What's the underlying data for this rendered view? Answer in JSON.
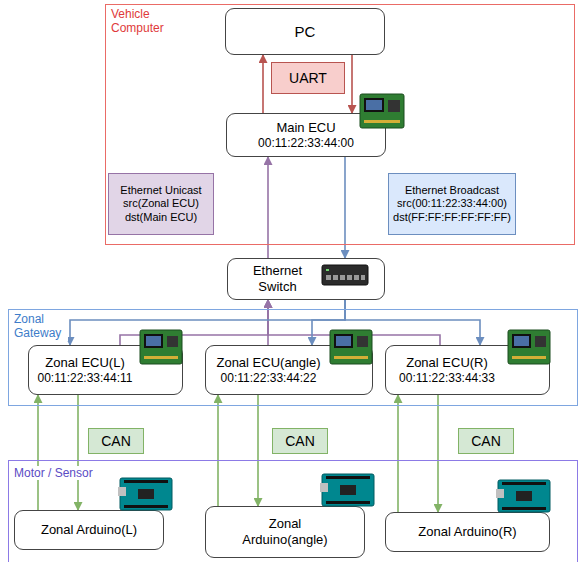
{
  "diagram": {
    "nodes": [
      {
        "text": [
          "Vehicle Computer"
        ]
      },
      {
        "text": [
          "PC"
        ],
        "in": 0
      },
      {
        "text": [
          "UART"
        ],
        "in": 0
      },
      {
        "text": [
          "Main ECU",
          "00:11:22:33:44:00"
        ],
        "in": 0
      },
      {
        "text": [
          "Ethernet Unicast",
          "src(Zonal ECU)",
          "dst(Main ECU)"
        ],
        "in": 0
      },
      {
        "text": [
          "Ethernet Broadcast",
          "src(00:11:22:33:44:00)",
          "dst(FF:FF:FF:FF:FF:FF)"
        ],
        "in": 0
      },
      {
        "text": [
          "Ethernet Switch"
        ]
      },
      {
        "text": [
          "Zonal Gateway"
        ]
      },
      {
        "text": [
          "Zonal ECU(L)",
          "00:11:22:33:44:11"
        ],
        "in": 7
      },
      {
        "text": [
          "Zonal ECU(angle)",
          "00:11:22:33:44:22"
        ],
        "in": 7
      },
      {
        "text": [
          "Zonal ECU(R)",
          "00:11:22:33:44:33"
        ],
        "in": 7
      },
      {
        "text": [
          "CAN"
        ]
      },
      {
        "text": [
          "CAN"
        ]
      },
      {
        "text": [
          "CAN"
        ]
      },
      {
        "text": [
          "Motor / Sensor"
        ]
      },
      {
        "text": [
          "Zonal Arduino(L)"
        ],
        "in": 14
      },
      {
        "text": [
          "Zonal Arduino(angle)"
        ],
        "in": 14
      },
      {
        "text": [
          "Zonal Arduino(R)"
        ],
        "in": 14
      }
    ],
    "edges": [
      {
        "from": 3,
        "to": 1,
        "arrow": "to"
      },
      {
        "from": 1,
        "to": 3,
        "arrow": "to"
      },
      {
        "from": 6,
        "to": 3,
        "arrow": "to"
      },
      {
        "from": 3,
        "to": 6,
        "arrow": "to"
      },
      {
        "from": 8,
        "to": 6,
        "arrow": "to"
      },
      {
        "from": 9,
        "to": 6,
        "arrow": "to"
      },
      {
        "from": 10,
        "to": 6,
        "arrow": "to"
      },
      {
        "from": 6,
        "to": 8,
        "arrow": "to"
      },
      {
        "from": 6,
        "to": 9,
        "arrow": "to"
      },
      {
        "from": 6,
        "to": 10,
        "arrow": "to"
      },
      {
        "from": 15,
        "to": 8,
        "arrow": "to"
      },
      {
        "from": 8,
        "to": 15,
        "arrow": "to"
      },
      {
        "from": 16,
        "to": 9,
        "arrow": "to"
      },
      {
        "from": 9,
        "to": 16,
        "arrow": "to"
      },
      {
        "from": 17,
        "to": 10,
        "arrow": "to"
      },
      {
        "from": 10,
        "to": 17,
        "arrow": "to"
      }
    ]
  }
}
